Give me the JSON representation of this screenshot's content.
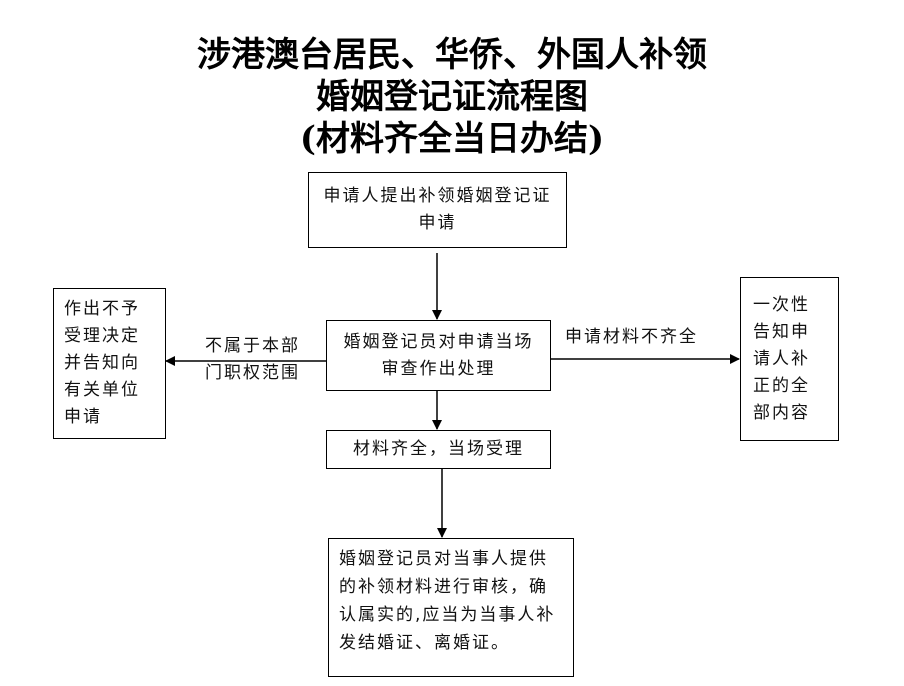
{
  "title": {
    "line1": "涉港澳台居民、华侨、外国人补领",
    "line2": "婚姻登记证流程图",
    "line3": "(材料齐全当日办结)"
  },
  "nodes": {
    "apply": "申请人提出补领婚姻登记证申请",
    "review": "婚姻登记员对申请当场审查作出处理",
    "accept": "材料齐全，当场受理",
    "verify": "婚姻登记员对当事人提供的补领材料进行审核，确认属实的,应当为当事人补发结婚证、离婚证。",
    "reject": "作出不予受理决定并告知向有关单位申请",
    "notify": "一次性告知申请人补正的全部内容"
  },
  "edges": {
    "out_of_scope": "不属于本部门职权范围",
    "incomplete": "申请材料不齐全"
  }
}
